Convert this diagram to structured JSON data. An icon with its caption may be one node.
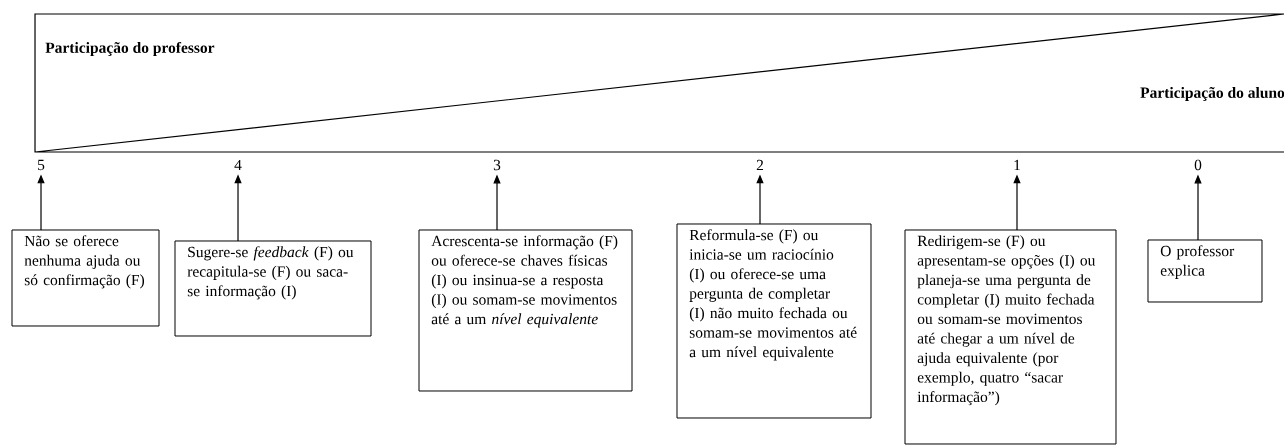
{
  "diagram": {
    "nodes": [
      {
        "text": [
          "5"
        ]
      },
      {
        "text": [
          "4"
        ]
      },
      {
        "text": [
          "3"
        ]
      },
      {
        "text": [
          "2"
        ]
      },
      {
        "text": [
          "1"
        ]
      },
      {
        "text": [
          "0"
        ]
      },
      {
        "text": [
          "Não se oferece nenhuma ajuda ou só confirmação (F)"
        ]
      },
      {
        "text": [
          "Sugere-se *feedback* (F) ou recapitula-se (F) ou saca-se informação (I)"
        ]
      },
      {
        "text": [
          "Acrescenta-se informação (F) ou oferece-se chaves físicas (I) ou insinua-se a resposta (I) ou somam-se movimentos até a um *nível equivalente*"
        ]
      },
      {
        "text": [
          "Reformula-se (F) ou inicia-se um raciocínio (I) ou oferece-se uma pergunta de completar (I) não muito fechada ou somam-se movimentos até a um nível equivalente"
        ]
      },
      {
        "text": [
          "Redirigem-se (F) ou apresentam-se opções (I) ou planeja-se uma pergunta de completar (I) muito fechada ou somam-se movimentos até chegar a um nível de ajuda equivalente (por exemplo, quatro “sacar informação”)"
        ]
      },
      {
        "text": [
          "O professor explica"
        ]
      }
    ],
    "edges": [
      {
        "from": 6,
        "to": 0,
        "arrow": "to"
      },
      {
        "from": 7,
        "to": 1,
        "arrow": "to"
      },
      {
        "from": 8,
        "to": 2,
        "arrow": "to"
      },
      {
        "from": 9,
        "to": 3,
        "arrow": "to"
      },
      {
        "from": 10,
        "to": 4,
        "arrow": "to"
      },
      {
        "from": 11,
        "to": 5,
        "arrow": "to"
      }
    ],
    "labels": [
      "Participação do professor",
      "Participação do aluno"
    ]
  }
}
